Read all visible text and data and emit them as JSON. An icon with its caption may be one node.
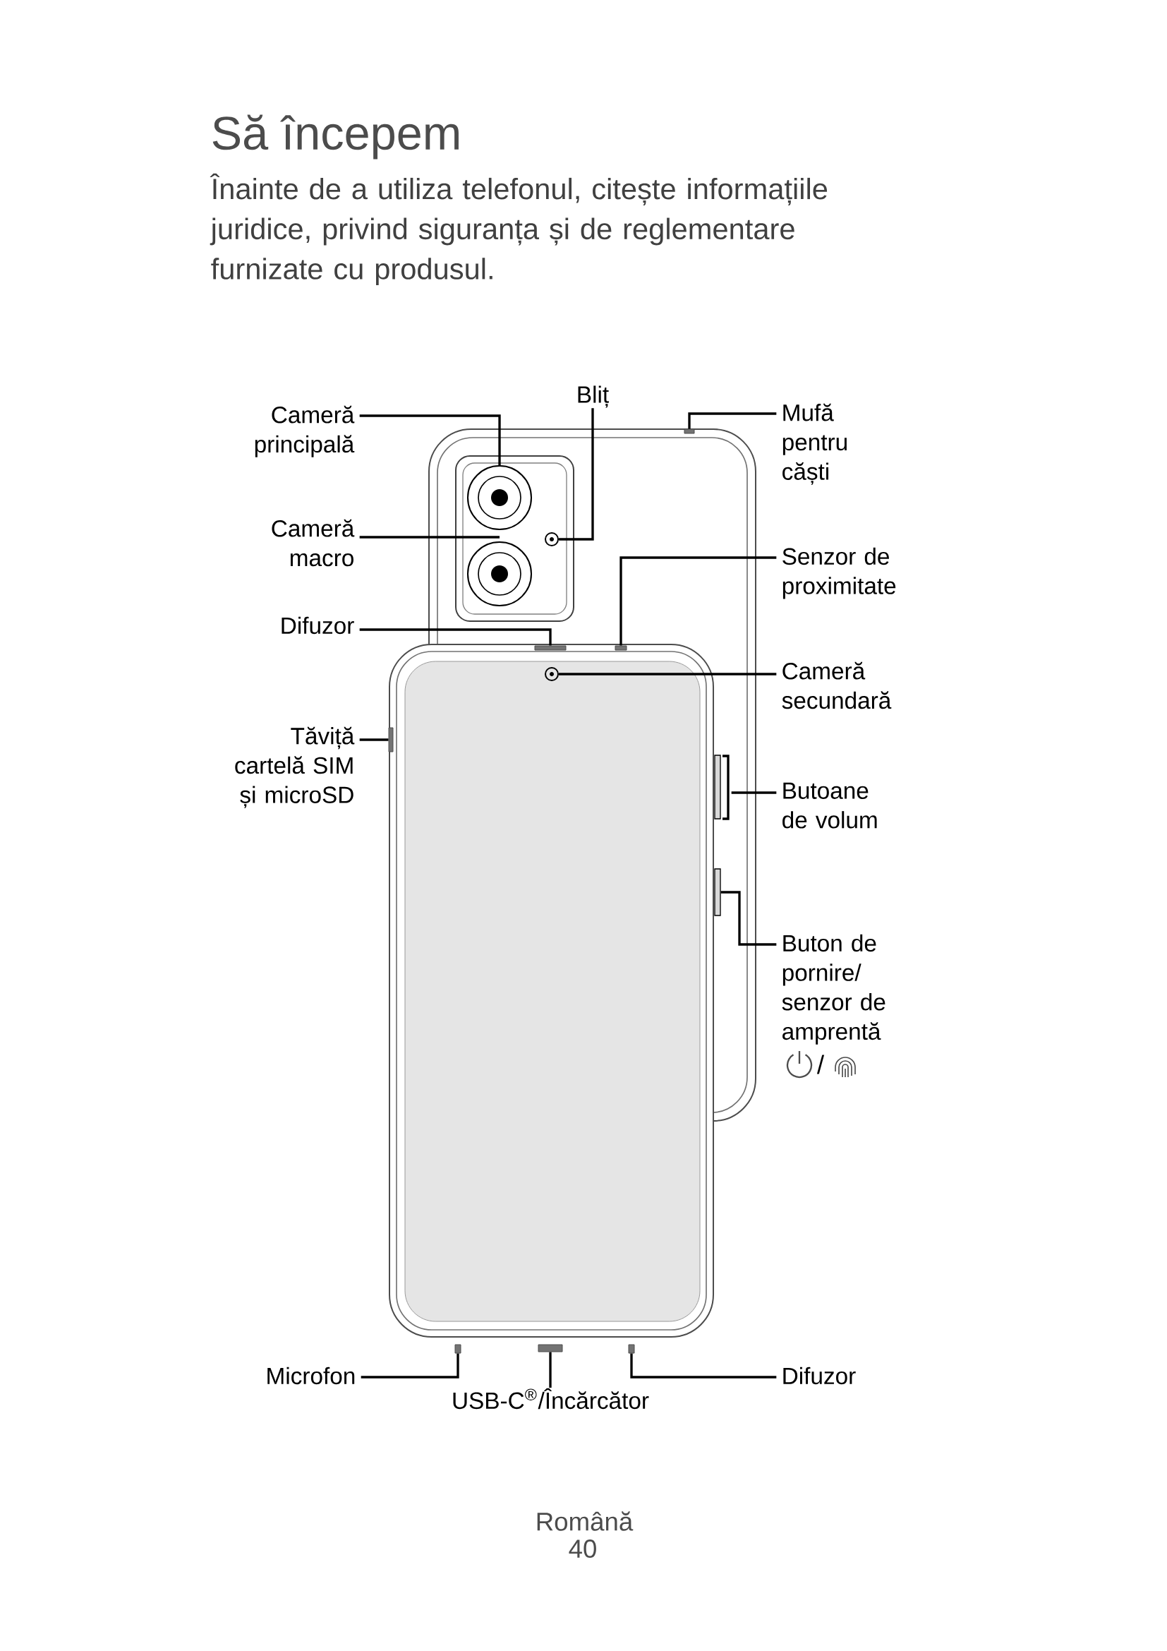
{
  "diagram": {
    "title": "Să începem",
    "nodes": [
      {
        "text": [
          "Cameră principală"
        ]
      },
      {
        "text": [
          "Bliț"
        ]
      },
      {
        "text": [
          "Mufă pentru căști"
        ]
      },
      {
        "text": [],
        "shape": "circle"
      },
      {
        "text": [
          "Cameră macro"
        ]
      },
      {
        "text": [],
        "shape": "circle"
      },
      {
        "text": [],
        "shape": "circle"
      },
      {
        "text": [
          "Senzor de proximitate"
        ]
      },
      {
        "text": [
          "Difuzor"
        ]
      },
      {
        "text": [],
        "shape": "circle"
      },
      {
        "text": [
          "Cameră secundară"
        ]
      },
      {
        "text": [
          "Tăviță cartelă SIM și microSD"
        ]
      },
      {
        "text": [],
        "shape": "bar"
      },
      {
        "text": [
          "Butoane de volum"
        ]
      },
      {
        "text": [],
        "shape": "bar"
      },
      {
        "text": [
          "Buton de pornire/ senzor de amprentă"
        ]
      },
      {
        "text": [
          "Microfon"
        ]
      },
      {
        "text": [
          "Difuzor"
        ]
      },
      {
        "text": [
          "USB-C$^{®}$/Încărcător"
        ]
      },
      {
        "text": [],
        "shape": "box"
      },
      {
        "text": [],
        "shape": "box"
      },
      {
        "text": [],
        "shape": "box"
      },
      {
        "text": [],
        "shape": "box"
      },
      {
        "text": [],
        "shape": "box"
      },
      {
        "text": [],
        "shape": "box"
      },
      {
        "text": [],
        "shape": "box"
      }
    ],
    "edges": [
      {
        "from": 0,
        "to": 3,
        "arrow": "none"
      },
      {
        "from": 1,
        "to": 5,
        "arrow": "none"
      },
      {
        "from": 2,
        "to": 19,
        "arrow": "none"
      },
      {
        "from": 4,
        "to": 6,
        "arrow": "none"
      },
      {
        "from": 7,
        "to": 20,
        "arrow": "none"
      },
      {
        "from": 8,
        "to": 21,
        "arrow": "none"
      },
      {
        "from": 10,
        "to": 9,
        "arrow": "none"
      },
      {
        "from": 11,
        "to": 22,
        "arrow": "none"
      },
      {
        "from": 13,
        "to": 12,
        "arrow": "none"
      },
      {
        "from": 15,
        "to": 14,
        "arrow": "none"
      },
      {
        "from": 16,
        "to": 23,
        "arrow": "none"
      },
      {
        "from": 18,
        "to": 24,
        "arrow": "none"
      },
      {
        "from": 17,
        "to": 25,
        "arrow": "none"
      }
    ],
    "labels": [
      "Înainte de a utiliza telefonul, citește informațiile juridice, privind siguranța și de reglementare furnizate cu produsul.",
      "/",
      "Română",
      "40"
    ]
  }
}
